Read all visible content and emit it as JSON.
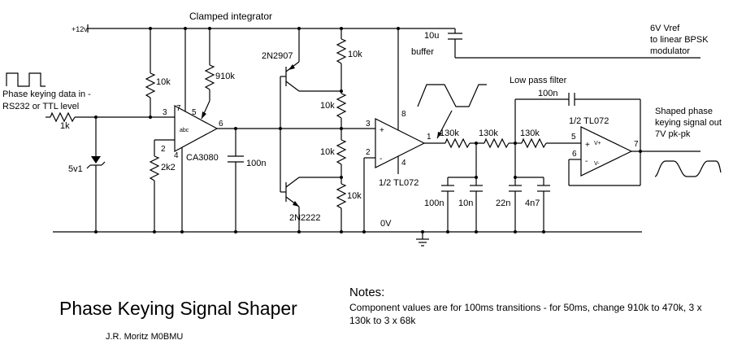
{
  "header": {
    "clamped_integrator": "Clamped integrator",
    "supply_label": "+12v",
    "buffer_label": "buffer",
    "low_pass_filter": "Low pass filter"
  },
  "annotations": {
    "input_line1": "Phase keying data in -",
    "input_line2": "RS232 or TTL level",
    "vref_line1": "6V Vref",
    "vref_line2": "to linear BPSK",
    "vref_line3": "modulator",
    "output_line1": "Shaped phase",
    "output_line2": "keying signal out",
    "output_line3": "7V pk-pk",
    "ground_label": "0V"
  },
  "components": {
    "r_input": "1k",
    "zener": "5v1",
    "r_bias_top": "10k",
    "r_feedback": "910k",
    "r_bias_bottom": "2k2",
    "c_integrator": "100n",
    "transistor_pnp": "2N2907",
    "transistor_npn": "2N2222",
    "r_clamp1": "10k",
    "r_clamp2": "10k",
    "r_clamp3": "10k",
    "r_clamp4": "10k",
    "c_supply": "10u",
    "r_filter1": "130k",
    "r_filter2": "130k",
    "r_filter3": "130k",
    "c_filter1": "100n",
    "c_filter2": "10n",
    "c_filter3": "22n",
    "c_filter4": "4n7",
    "c_feedback": "100n",
    "ic1": "CA3080",
    "ic1_mark": "abc",
    "ic2": "1/2 TL072",
    "ic3": "1/2 TL072"
  },
  "pins": {
    "ca3080": {
      "p3": "3",
      "p7": "7",
      "p5": "5",
      "p6": "6",
      "p2": "2",
      "p4": "4"
    },
    "tl072a": {
      "p3": "3",
      "p2": "2",
      "p8": "8",
      "p4": "4",
      "p1": "1",
      "plus": "+",
      "minus": "-"
    },
    "tl072b": {
      "p5": "5",
      "p6": "6",
      "p7": "7",
      "plus": "+",
      "minus": "-",
      "vplus": "V+",
      "vminus": "V-"
    }
  },
  "footer": {
    "title": "Phase Keying Signal Shaper",
    "author": "J.R. Moritz M0BMU",
    "notes_heading": "Notes:",
    "notes_line1": "Component values are for 100ms transitions - for 50ms, change 910k to 470k, 3 x",
    "notes_line2": "130k to 3 x 68k"
  }
}
